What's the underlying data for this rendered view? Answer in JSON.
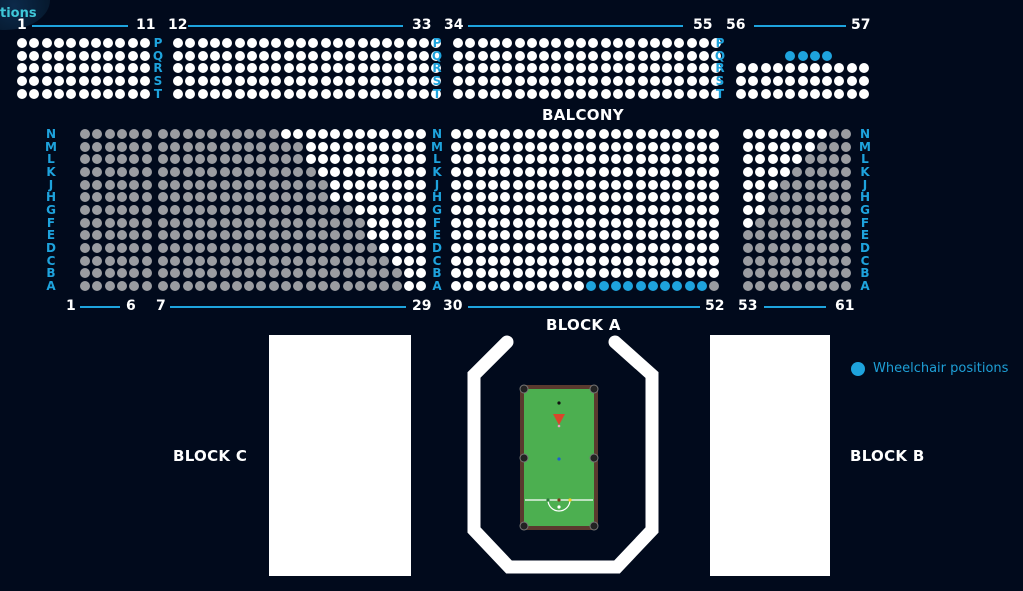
{
  "corner_fragment": {
    "text": "tions"
  },
  "sections": {
    "balcony": {
      "label": "BALCONY",
      "row_labels": [
        "P",
        "Q",
        "R",
        "S",
        "T"
      ],
      "groups": [
        {
          "start": "1",
          "end": "11",
          "seats_per_row": 11
        },
        {
          "start": "12",
          "end": "33",
          "seats_per_row": 22
        },
        {
          "start": "34",
          "end": "55",
          "seats_per_row": 22
        },
        {
          "start": "56",
          "end": "57",
          "rows": {
            "P": "none",
            "Q": "4 wheelchair positions",
            "R": 11,
            "S": 11,
            "T": 11
          }
        }
      ]
    },
    "block_a": {
      "label": "BLOCK A",
      "row_labels": [
        "N",
        "M",
        "L",
        "K",
        "J",
        "H",
        "G",
        "F",
        "E",
        "D",
        "C",
        "B",
        "A"
      ],
      "groups": [
        {
          "start": "1",
          "end": "6",
          "seats_per_row": 6,
          "status": "all unavailable"
        },
        {
          "start": "7",
          "end": "29",
          "seats_per_row": 22,
          "available_per_row": {
            "N": 12,
            "M": 10,
            "L": 10,
            "K": 9,
            "J": 8,
            "H": 8,
            "G": 6,
            "F": 5,
            "E": 5,
            "D": 4,
            "C": 3,
            "B": 2,
            "A": 2
          }
        },
        {
          "start": "30",
          "end": "52",
          "seats_per_row": 22,
          "row_A": {
            "available": 11,
            "wheelchair": 10,
            "unavailable": 1
          }
        },
        {
          "start": "53",
          "end": "61",
          "seats_per_row": 9,
          "available_per_row": {
            "N": 7,
            "M": 6,
            "L": 5,
            "K": 4,
            "J": 3,
            "H": 2,
            "G": 2,
            "F": 1,
            "E": 0,
            "D": 0,
            "C": 0,
            "B": 0,
            "A": 0
          }
        }
      ]
    },
    "block_b": {
      "label": "BLOCK B"
    },
    "block_c": {
      "label": "BLOCK C"
    }
  },
  "legend": {
    "wheelchair": "Wheelchair positions"
  },
  "colors": {
    "background": "#010a1c",
    "available_seat": "#ffffff",
    "unavailable_seat": "#9a9ca1",
    "wheelchair_seat": "#1ea3dd",
    "row_label": "#1ea3dd",
    "table_cloth": "#4caf50",
    "table_cushion": "#5a3a2e"
  }
}
